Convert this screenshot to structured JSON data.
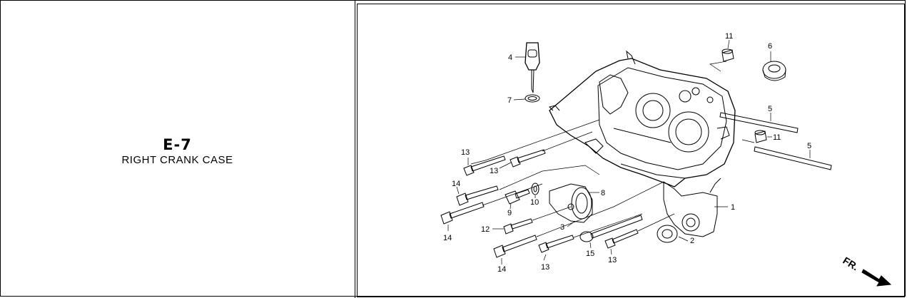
{
  "section": {
    "code": "E-7",
    "name": "RIGHT CRANK CASE"
  },
  "diagram": {
    "direction_label": "FR.",
    "callouts": [
      "1",
      "2",
      "3",
      "4",
      "5",
      "5",
      "6",
      "7",
      "8",
      "9",
      "10",
      "11",
      "11",
      "12",
      "13",
      "13",
      "13",
      "13",
      "14",
      "14",
      "14",
      "15"
    ]
  }
}
